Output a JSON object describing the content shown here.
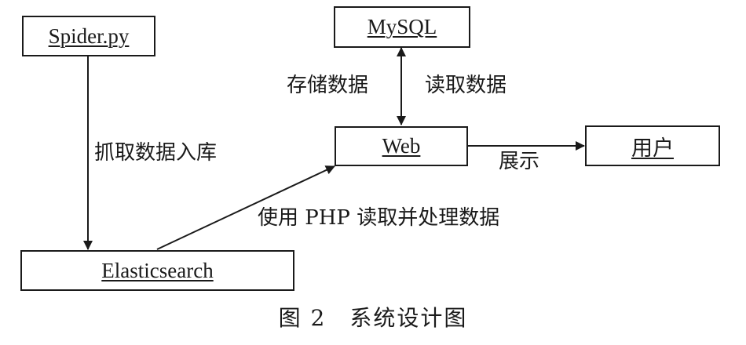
{
  "diagram": {
    "nodes": {
      "spider": "Spider.py",
      "mysql": "MySQL",
      "web": "Web",
      "user": "用户",
      "elasticsearch": "Elasticsearch"
    },
    "edges": {
      "crawl": "抓取数据入库",
      "store": "存储数据",
      "read": "读取数据",
      "display": "展示",
      "php": "使用 PHP 读取并处理数据"
    },
    "caption": "图 2　系统设计图"
  }
}
